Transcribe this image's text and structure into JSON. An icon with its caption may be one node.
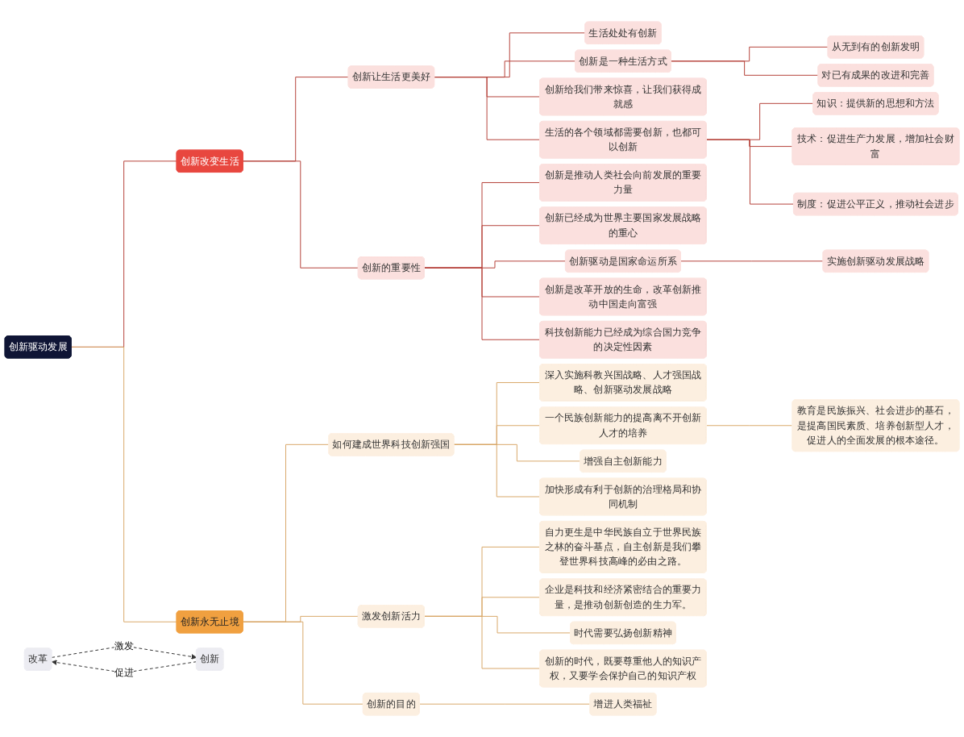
{
  "diagram": {
    "nodes": [
      {
        "text": [
          "创新驱动发展"
        ]
      },
      {
        "text": [
          "创新改变生活"
        ]
      },
      {
        "text": [
          "创新让生活更美好"
        ]
      },
      {
        "text": [
          "生活处处有创新"
        ]
      },
      {
        "text": [
          "创新是一种生活方式"
        ]
      },
      {
        "text": [
          "从无到有的创新发明"
        ]
      },
      {
        "text": [
          "对已有成果的改进和完善"
        ]
      },
      {
        "text": [
          "创新给我们带来惊喜，让我们获得成就感"
        ]
      },
      {
        "text": [
          "生活的各个领域都需要创新，也都可以创新"
        ]
      },
      {
        "text": [
          "知识：提供新的思想和方法"
        ]
      },
      {
        "text": [
          "技术：促进生产力发展，增加社会财富"
        ]
      },
      {
        "text": [
          "制度：促进公平正义，推动社会进步"
        ]
      },
      {
        "text": [
          "创新的重要性"
        ]
      },
      {
        "text": [
          "创新是推动人类社会向前发展的重要力量"
        ]
      },
      {
        "text": [
          "创新已经成为世界主要国家发展战略的重心"
        ]
      },
      {
        "text": [
          "创新驱动是国家命运所系"
        ]
      },
      {
        "text": [
          "实施创新驱动发展战略"
        ]
      },
      {
        "text": [
          "创新是改革开放的生命，改革创新推动中国走向富强"
        ]
      },
      {
        "text": [
          "科技创新能力已经成为综合国力竞争的决定性因素"
        ]
      },
      {
        "text": [
          "改革"
        ]
      },
      {
        "text": [
          "创新"
        ]
      },
      {
        "text": [
          "创新永无止境"
        ]
      },
      {
        "text": [
          "如何建成世界科技创新强国"
        ]
      },
      {
        "text": [
          "深入实施科教兴国战略、人才强国战略、创新驱动发展战略"
        ]
      },
      {
        "text": [
          "一个民族创新能力的提高离不开创新人才的培养"
        ]
      },
      {
        "text": [
          "教育是民族振兴、社会进步的基石，是提高国民素质、培养创新型人才，促进人的全面发展的根本途径。"
        ]
      },
      {
        "text": [
          "增强自主创新能力"
        ]
      },
      {
        "text": [
          "加快形成有利于创新的治理格局和协同机制"
        ]
      },
      {
        "text": [
          "激发创新活力"
        ]
      },
      {
        "text": [
          "自力更生是中华民族自立于世界民族之林的奋斗基点，自主创新是我们攀登世界科技高峰的必由之路。"
        ]
      },
      {
        "text": [
          "企业是科技和经济紧密结合的重要力量，是推动创新创造的生力军。"
        ]
      },
      {
        "text": [
          "时代需要弘扬创新精神"
        ]
      },
      {
        "text": [
          "创新的时代，既要尊重他人的知识产权，又要学会保护自己的知识产权"
        ]
      },
      {
        "text": [
          "创新的目的"
        ]
      },
      {
        "text": [
          "增进人类福祉"
        ]
      }
    ],
    "edges": [
      {
        "from": 0,
        "to": 1,
        "arrow": "none"
      },
      {
        "from": 1,
        "to": 2,
        "arrow": "none"
      },
      {
        "from": 2,
        "to": 3,
        "arrow": "none"
      },
      {
        "from": 2,
        "to": 4,
        "arrow": "none"
      },
      {
        "from": 4,
        "to": 5,
        "arrow": "none"
      },
      {
        "from": 4,
        "to": 6,
        "arrow": "none"
      },
      {
        "from": 2,
        "to": 7,
        "arrow": "none"
      },
      {
        "from": 2,
        "to": 8,
        "arrow": "none"
      },
      {
        "from": 8,
        "to": 9,
        "arrow": "none"
      },
      {
        "from": 8,
        "to": 10,
        "arrow": "none"
      },
      {
        "from": 8,
        "to": 11,
        "arrow": "none"
      },
      {
        "from": 1,
        "to": 12,
        "arrow": "none"
      },
      {
        "from": 12,
        "to": 13,
        "arrow": "none"
      },
      {
        "from": 12,
        "to": 14,
        "arrow": "none"
      },
      {
        "from": 12,
        "to": 15,
        "arrow": "none"
      },
      {
        "from": 15,
        "to": 16,
        "arrow": "none"
      },
      {
        "from": 12,
        "to": 17,
        "arrow": "none"
      },
      {
        "from": 12,
        "to": 18,
        "arrow": "none"
      },
      {
        "from": 20,
        "to": 19,
        "arrow": "to",
        "label": "促进",
        "style": "dashed",
        "color": "#333333"
      },
      {
        "from": 19,
        "to": 20,
        "arrow": "to",
        "label": "激发",
        "style": "dashed",
        "color": "#333333"
      },
      {
        "from": 0,
        "to": 21,
        "arrow": "none",
        "color": "#d9a86a"
      },
      {
        "from": 21,
        "to": 22,
        "arrow": "none",
        "color": "#d9a86a"
      },
      {
        "from": 22,
        "to": 23,
        "arrow": "none",
        "color": "#d9a86a"
      },
      {
        "from": 22,
        "to": 24,
        "arrow": "none",
        "color": "#d9a86a"
      },
      {
        "from": 24,
        "to": 25,
        "arrow": "none",
        "color": "#d9a86a"
      },
      {
        "from": 22,
        "to": 26,
        "arrow": "none",
        "color": "#d9a86a"
      },
      {
        "from": 22,
        "to": 27,
        "arrow": "none",
        "color": "#d9a86a"
      },
      {
        "from": 21,
        "to": 28,
        "arrow": "none",
        "color": "#d9a86a"
      },
      {
        "from": 28,
        "to": 29,
        "arrow": "none",
        "color": "#d9a86a"
      },
      {
        "from": 28,
        "to": 30,
        "arrow": "none",
        "color": "#d9a86a"
      },
      {
        "from": 28,
        "to": 31,
        "arrow": "none",
        "color": "#d9a86a"
      },
      {
        "from": 28,
        "to": 32,
        "arrow": "none",
        "color": "#d9a86a"
      },
      {
        "from": 21,
        "to": 33,
        "arrow": "none",
        "color": "#d9a86a"
      },
      {
        "from": 33,
        "to": 34,
        "arrow": "none",
        "color": "#d9a86a"
      }
    ]
  }
}
